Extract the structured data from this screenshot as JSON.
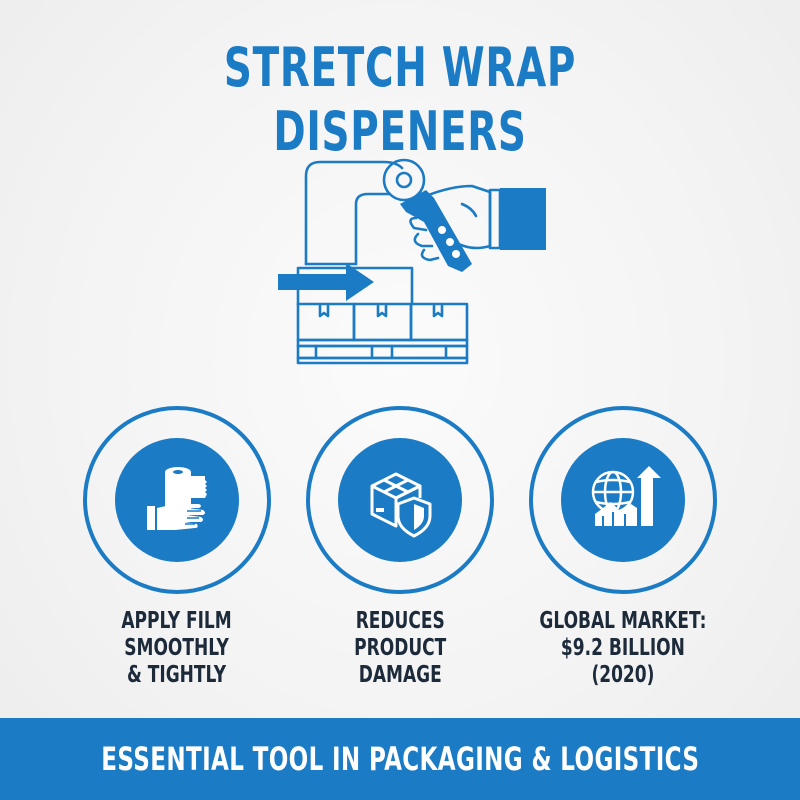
{
  "title": "STRETCH WRAP DISPENERS",
  "hero": {
    "icon": "hand-holding-stretch-wrap-dispenser-over-pallet-icon",
    "elements": [
      "film-roll",
      "dispenser-handle",
      "hand",
      "arrow-right",
      "boxes",
      "pallet"
    ]
  },
  "features": [
    {
      "icon": "hand-with-film-roll-icon",
      "lines": [
        "APPLY FILM",
        "SMOOTHLY",
        "& TIGHTLY"
      ]
    },
    {
      "icon": "box-with-shield-icon",
      "lines": [
        "REDUCES",
        "PRODUCT",
        "DAMAGE"
      ]
    },
    {
      "icon": "globe-with-growth-arrow-icon",
      "lines": [
        "GLOBAL MARKET:",
        "$9.2 BILLION",
        "(2020)"
      ]
    }
  ],
  "banner": {
    "text": "ESSENTIAL TOOL IN PACKAGING & LOGISTICS"
  },
  "colors": {
    "primary_blue": "#1b7bc4",
    "label_text": "#1c2a3a",
    "background": "#f4f4f4",
    "banner_text": "#ffffff"
  }
}
